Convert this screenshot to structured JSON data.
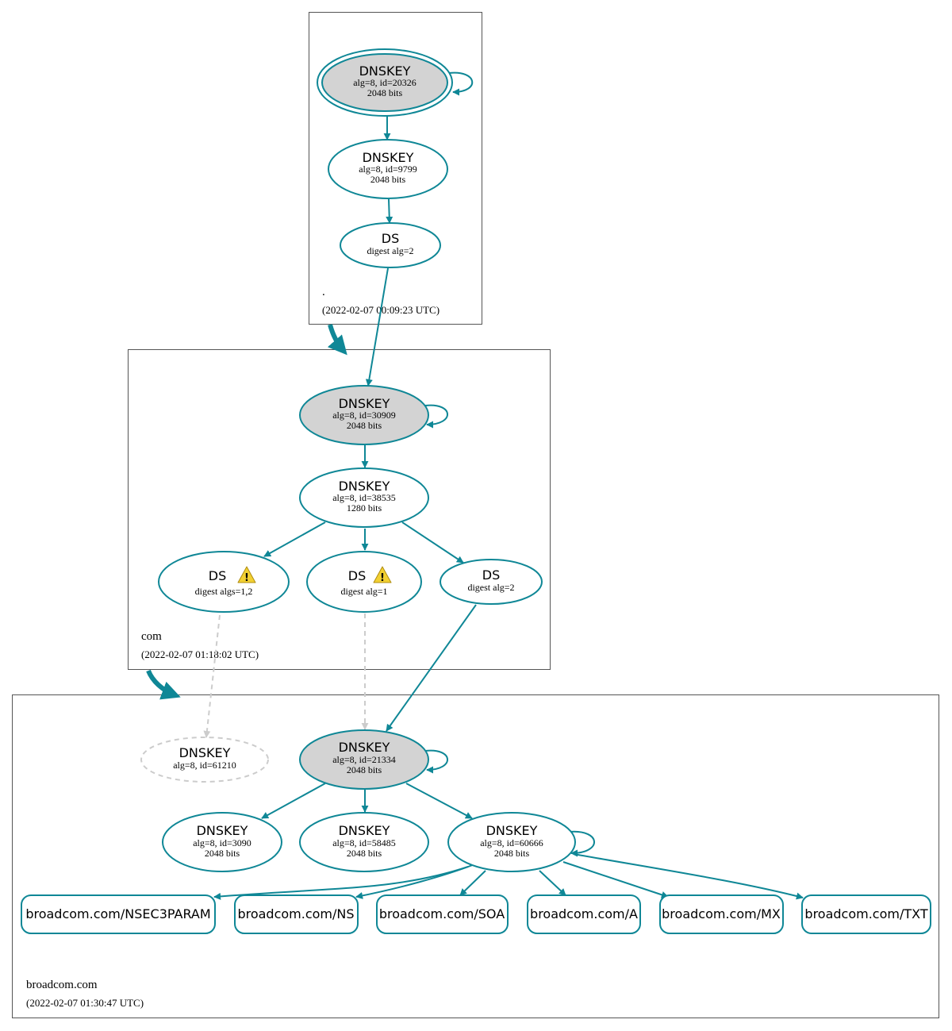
{
  "colors": {
    "edge": "#0f8796",
    "node_stroke": "#0f8796",
    "sep_fill": "#d3d3d3",
    "insecure": "#cccccc",
    "zone_border": "#555555",
    "warning": "#f2d032"
  },
  "zones": {
    "root": {
      "name": ".",
      "timestamp": "(2022-02-07 00:09:23 UTC)"
    },
    "com": {
      "name": "com",
      "timestamp": "(2022-02-07 01:18:02 UTC)"
    },
    "broadcom": {
      "name": "broadcom.com",
      "timestamp": "(2022-02-07 01:30:47 UTC)"
    }
  },
  "nodes": {
    "root_ksk": {
      "title": "DNSKEY",
      "line1": "alg=8, id=20326",
      "line2": "2048 bits"
    },
    "root_zsk": {
      "title": "DNSKEY",
      "line1": "alg=8, id=9799",
      "line2": "2048 bits"
    },
    "root_ds": {
      "title": "DS",
      "line1": "digest alg=2"
    },
    "com_ksk": {
      "title": "DNSKEY",
      "line1": "alg=8, id=30909",
      "line2": "2048 bits"
    },
    "com_zsk": {
      "title": "DNSKEY",
      "line1": "alg=8, id=38535",
      "line2": "1280 bits"
    },
    "com_ds1": {
      "title": "DS",
      "line1": "digest algs=1,2",
      "warning_icon": "warning-triangle-icon"
    },
    "com_ds2": {
      "title": "DS",
      "line1": "digest alg=1",
      "warning_icon": "warning-triangle-icon"
    },
    "com_ds3": {
      "title": "DS",
      "line1": "digest alg=2"
    },
    "bc_missing": {
      "title": "DNSKEY",
      "line1": "alg=8, id=61210"
    },
    "bc_ksk": {
      "title": "DNSKEY",
      "line1": "alg=8, id=21334",
      "line2": "2048 bits"
    },
    "bc_k1": {
      "title": "DNSKEY",
      "line1": "alg=8, id=3090",
      "line2": "2048 bits"
    },
    "bc_k2": {
      "title": "DNSKEY",
      "line1": "alg=8, id=58485",
      "line2": "2048 bits"
    },
    "bc_k3": {
      "title": "DNSKEY",
      "line1": "alg=8, id=60666",
      "line2": "2048 bits"
    }
  },
  "rrsets": [
    "broadcom.com/NSEC3PARAM",
    "broadcom.com/NS",
    "broadcom.com/SOA",
    "broadcom.com/A",
    "broadcom.com/MX",
    "broadcom.com/TXT"
  ]
}
